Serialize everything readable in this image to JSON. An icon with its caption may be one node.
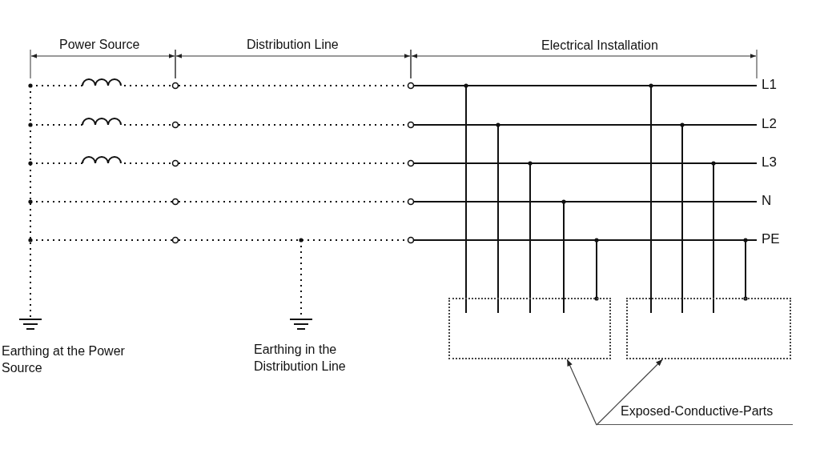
{
  "diagram": {
    "nodes": [
      {
        "text": [
          "Earthing at the Power Source"
        ]
      },
      {
        "text": [
          "Earthing in the Distribution Line"
        ]
      },
      {
        "text": [],
        "shape": "box"
      },
      {
        "text": [],
        "shape": "box"
      },
      {
        "text": [
          "Exposed-Conductive-Parts"
        ]
      }
    ],
    "edges": [
      {
        "from": 4,
        "to": 2,
        "arrow": "to"
      },
      {
        "from": 4,
        "to": 3,
        "arrow": "to"
      }
    ],
    "labels": [
      "Power Source",
      "Distribution Line",
      "Electrical Installation",
      "L1",
      "L2",
      "L3",
      "N",
      "PE"
    ]
  }
}
